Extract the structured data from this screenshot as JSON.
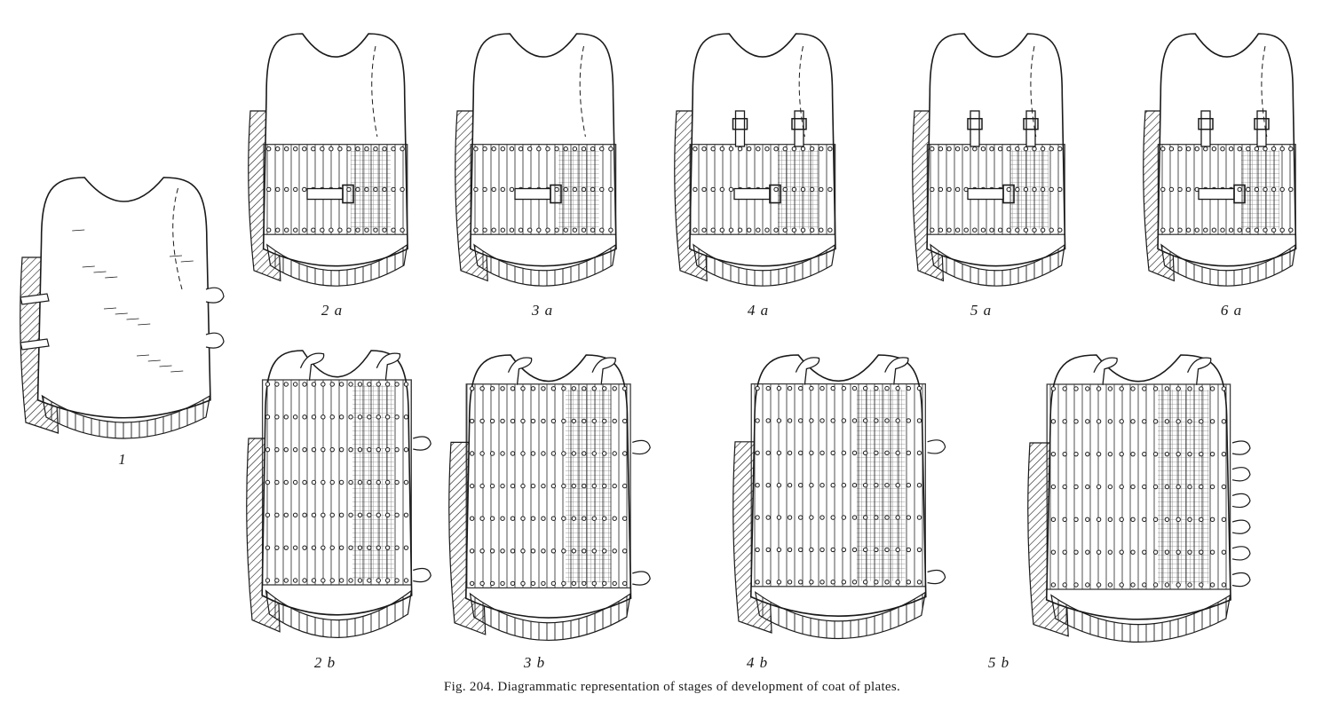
{
  "figures": [
    {
      "id": "fig-1",
      "label": "1",
      "variant": "plain"
    },
    {
      "id": "fig-2a",
      "label": "2 a",
      "variant": "a2"
    },
    {
      "id": "fig-3a",
      "label": "3 a",
      "variant": "a3"
    },
    {
      "id": "fig-4a",
      "label": "4 a",
      "variant": "a4"
    },
    {
      "id": "fig-5a",
      "label": "5 a",
      "variant": "a5"
    },
    {
      "id": "fig-6a",
      "label": "6 a",
      "variant": "a6"
    },
    {
      "id": "fig-2b",
      "label": "2 b",
      "variant": "b2"
    },
    {
      "id": "fig-3b",
      "label": "3 b",
      "variant": "b3"
    },
    {
      "id": "fig-4b",
      "label": "4 b",
      "variant": "b4"
    },
    {
      "id": "fig-5b",
      "label": "5 b",
      "variant": "b5"
    }
  ],
  "caption": "Fig. 204.  Diagrammatic representation of stages of development of coat of plates.",
  "colors": {
    "ink": "#1a1a1a",
    "paper": "#ffffff"
  }
}
